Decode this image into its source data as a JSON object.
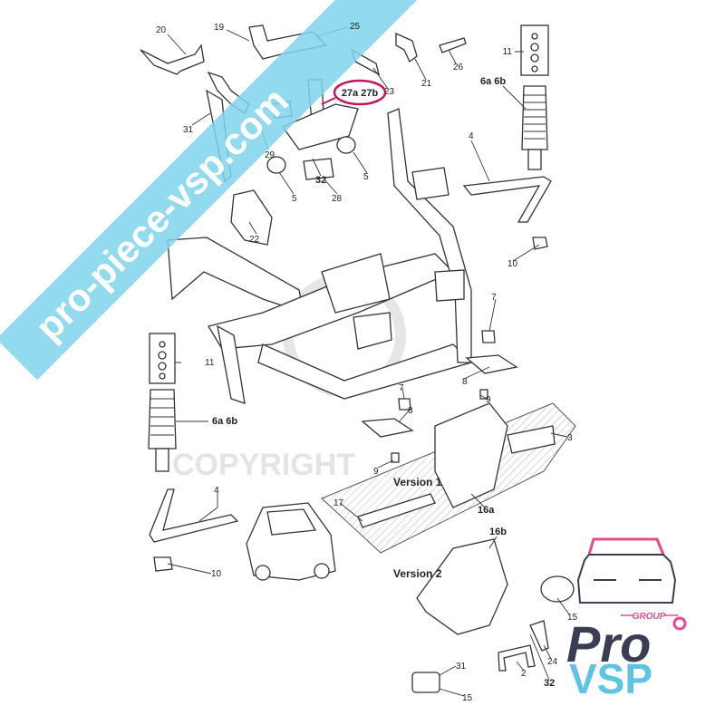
{
  "watermark": {
    "site": "pro-piece-vsp.com",
    "copyright": "COPYRIGHT",
    "band_color": "#7fd3ea"
  },
  "highlight": {
    "label": "27a 27b",
    "color": "#c2185b"
  },
  "versions": {
    "v1": "Version 1",
    "v2": "Version 2"
  },
  "labels": {
    "l20": "20",
    "l19": "19",
    "l25": "25",
    "l26": "26",
    "l21": "21",
    "l11a": "11",
    "l23": "23",
    "l6a": "6a 6b",
    "l31a": "31",
    "l29": "29",
    "l4a": "4",
    "l5a": "5",
    "l32a": "32",
    "l5b": "5",
    "l28": "28",
    "l22": "22",
    "l10a": "10",
    "l7a": "7",
    "l11b": "11",
    "l8a": "8",
    "l9a": "9",
    "l7b": "7",
    "l6b": "6a 6b",
    "l8b": "8",
    "l3": "3",
    "l9b": "9",
    "l17": "17",
    "l16a": "16a",
    "l4b": "4",
    "l16b": "16b",
    "l10b": "10",
    "l15a": "15",
    "l31b": "31",
    "l24": "24",
    "l2": "2",
    "l32b": "32",
    "l15b": "15"
  },
  "logo": {
    "group": "GROUP",
    "pro": "Pro",
    "vsp": "VSP",
    "pink": "#e84b8a",
    "dark": "#3b3d54",
    "blue": "#5ec4e6"
  }
}
